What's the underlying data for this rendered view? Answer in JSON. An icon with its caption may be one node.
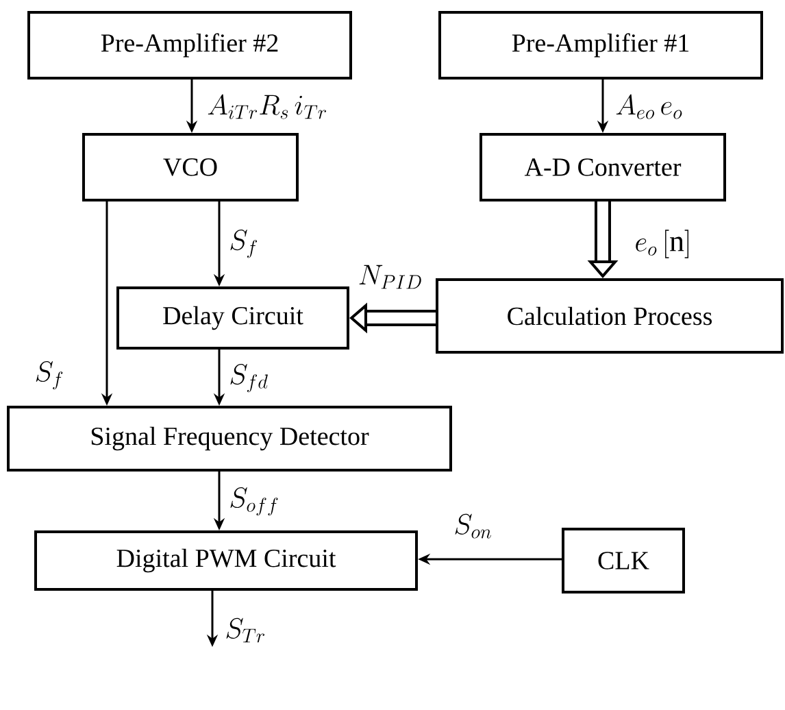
{
  "diagram": {
    "nodes": [
      {
        "text": [
          "Pre-Amplifier #2"
        ]
      },
      {
        "text": [
          "Pre-Amplifier #1"
        ]
      },
      {
        "text": [
          "VCO"
        ]
      },
      {
        "text": [
          "A-D Converter"
        ]
      },
      {
        "text": [
          "Delay Circuit"
        ]
      },
      {
        "text": [
          "Calculation Process"
        ]
      },
      {
        "text": [
          "Signal Frequency Detector"
        ]
      },
      {
        "text": [
          "Digital PWM Circuit"
        ]
      },
      {
        "text": [
          "CLK"
        ]
      }
    ],
    "edges": [
      {
        "from": 0,
        "to": 2,
        "arrow": "to",
        "label": "A_{iTr}R_s\\,i_{Tr}"
      },
      {
        "from": 1,
        "to": 3,
        "arrow": "to",
        "label": "A_{eo}\\,e_o"
      },
      {
        "from": 3,
        "to": 5,
        "arrow": "to",
        "style": "thick",
        "label": "e_o\\,\\mathrm{[n]}"
      },
      {
        "from": 5,
        "to": 4,
        "arrow": "to",
        "style": "thick",
        "label": "N_{PID}"
      },
      {
        "from": 2,
        "to": 4,
        "arrow": "to",
        "label": "S_f"
      },
      {
        "from": 2,
        "to": 6,
        "arrow": "to",
        "label": "S_f"
      },
      {
        "from": 4,
        "to": 6,
        "arrow": "to",
        "label": "S_{fd}"
      },
      {
        "from": 6,
        "to": 7,
        "arrow": "to",
        "label": "S_{off}"
      },
      {
        "from": 8,
        "to": 7,
        "arrow": "to",
        "label": "S_{on}"
      },
      {
        "from": 7,
        "to": null,
        "arrow": "to",
        "label": "S_{Tr}"
      }
    ]
  }
}
